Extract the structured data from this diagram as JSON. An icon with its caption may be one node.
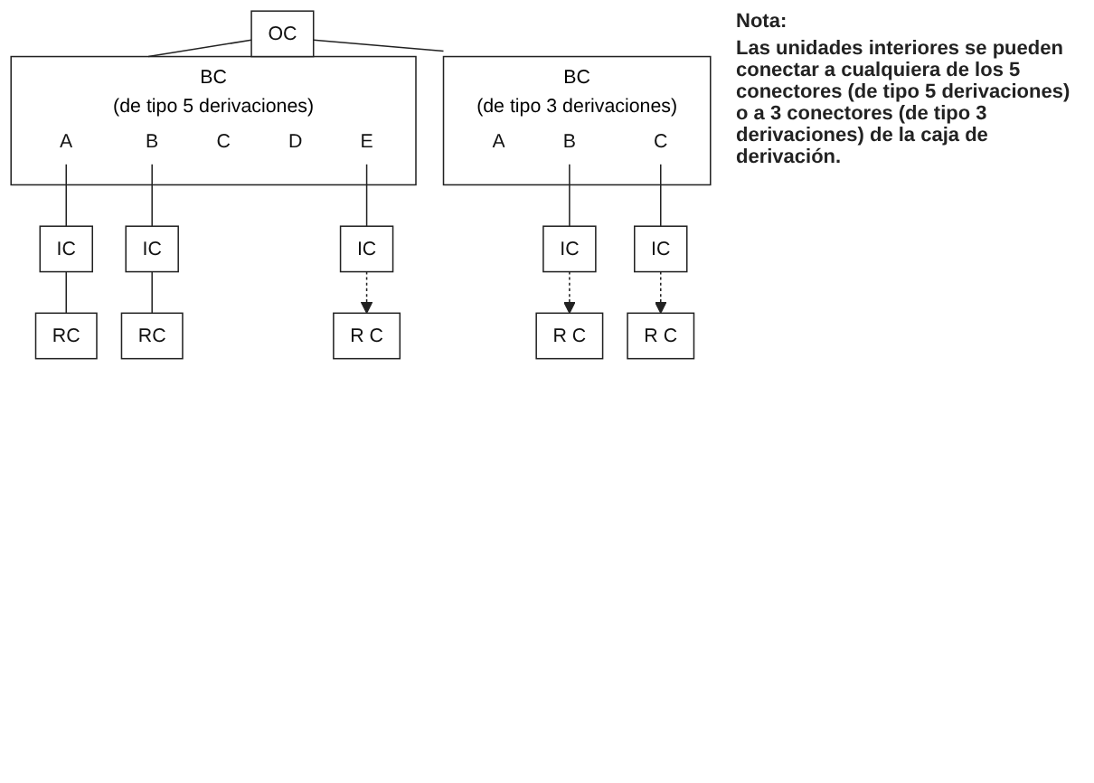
{
  "diagram": {
    "nodes": [
      {
        "text": [
          "OC"
        ]
      },
      {
        "text": [
          "BC",
          "(de tipo 5 derivaciones)"
        ]
      },
      {
        "text": [
          "A"
        ],
        "in": 1
      },
      {
        "text": [
          "B"
        ],
        "in": 1
      },
      {
        "text": [
          "C"
        ],
        "in": 1
      },
      {
        "text": [
          "D"
        ],
        "in": 1
      },
      {
        "text": [
          "E"
        ],
        "in": 1
      },
      {
        "text": [
          "BC",
          "(de tipo 3 derivaciones)"
        ]
      },
      {
        "text": [
          "A"
        ],
        "in": 7
      },
      {
        "text": [
          "B"
        ],
        "in": 7
      },
      {
        "text": [
          "C"
        ],
        "in": 7
      },
      {
        "text": [
          "IC"
        ]
      },
      {
        "text": [
          "IC"
        ]
      },
      {
        "text": [
          "IC"
        ]
      },
      {
        "text": [
          "IC"
        ]
      },
      {
        "text": [
          "IC"
        ]
      },
      {
        "text": [
          "RC"
        ]
      },
      {
        "text": [
          "RC"
        ]
      },
      {
        "text": [
          "R C"
        ]
      },
      {
        "text": [
          "R C"
        ]
      },
      {
        "text": [
          "R C"
        ]
      }
    ],
    "edges": [
      {
        "from": 0,
        "to": 1,
        "arrow": "none"
      },
      {
        "from": 0,
        "to": 7,
        "arrow": "none"
      },
      {
        "from": 2,
        "to": 11,
        "arrow": "none"
      },
      {
        "from": 3,
        "to": 12,
        "arrow": "none"
      },
      {
        "from": 6,
        "to": 13,
        "arrow": "none"
      },
      {
        "from": 9,
        "to": 14,
        "arrow": "none"
      },
      {
        "from": 10,
        "to": 15,
        "arrow": "none"
      },
      {
        "from": 11,
        "to": 16,
        "arrow": "none"
      },
      {
        "from": 12,
        "to": 17,
        "arrow": "none"
      },
      {
        "from": 13,
        "to": 18,
        "arrow": "to",
        "style": "dashed"
      },
      {
        "from": 14,
        "to": 19,
        "arrow": "to",
        "style": "dashed"
      },
      {
        "from": 15,
        "to": 20,
        "arrow": "to",
        "style": "dashed"
      }
    ],
    "labels": [
      "Nota:",
      "Las unidades interiores se pueden conectar a cualquiera de los 5 conectores (de tipo 5 derivaciones) o a 3 conectores (de tipo 3 derivaciones) de la caja de derivación."
    ]
  }
}
